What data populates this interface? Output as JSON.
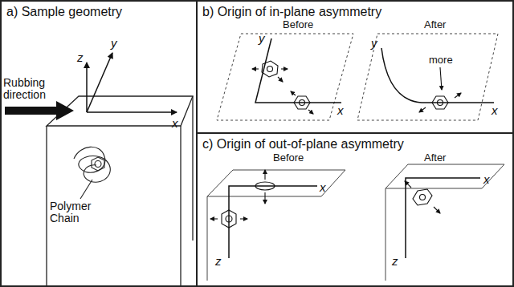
{
  "diagram": {
    "nodes": [
      {
        "text": [
          "a) Sample geometry"
        ]
      },
      {
        "text": [
          "b) Origin of in-plane asymmetry"
        ]
      },
      {
        "text": [
          "c) Origin of out-of-plane asymmetry"
        ]
      }
    ],
    "labels": [
      "z",
      "y",
      "x",
      "Rubbing direction",
      "Polymer Chain",
      "Before",
      "After",
      "y",
      "x",
      "y",
      "more",
      "x",
      "Before",
      "After",
      "x",
      "z",
      "x",
      "z"
    ]
  }
}
